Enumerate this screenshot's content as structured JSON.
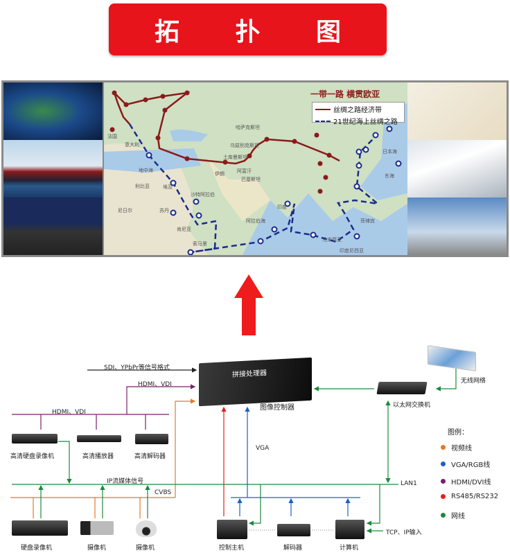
{
  "header": {
    "title": "拓 扑 图"
  },
  "map": {
    "title": "一带一路  横贯欧亚",
    "legend": [
      {
        "label": "丝绸之路经济带",
        "color": "#8b1a1a"
      },
      {
        "label": "21世纪海上丝绸之路",
        "color": "#1a2a8b"
      }
    ],
    "labels": [
      "哈萨克斯坦",
      "乌兹别克斯坦",
      "土库曼斯坦",
      "阿富汗",
      "伊朗",
      "巴基斯坦",
      "印度",
      "沙特阿拉伯",
      "埃及",
      "利比亚",
      "尼日尔",
      "苏丹",
      "索马里",
      "肯尼亚",
      "印度尼西亚",
      "马来西亚",
      "菲律宾",
      "日本海",
      "东海",
      "地中海",
      "法国",
      "意大利",
      "阿拉伯海"
    ]
  },
  "diagram": {
    "processor_label": "拼接处理器",
    "controller_label": "图像控制器",
    "sdi_label": "SDI、YPbPr等信号格式",
    "hdmi_top_label": "HDMI、VDI",
    "hdmi_bus_label": "HDMI、VDI",
    "ip_label": "IP流媒体信号",
    "cvbs_label": "CVBS",
    "vga_label": "VGA",
    "lan_label": "LAN1",
    "tcp_label": "TCP、IP输入",
    "wireless_label": "无线网络",
    "switch_label": "以太网交换机",
    "devices": {
      "hd_dvr": "高清硬盘录像机",
      "hd_player": "高清播放器",
      "hd_decoder": "高清解码器",
      "dvr": "硬盘录像机",
      "camera1": "摄像机",
      "camera2": "摄像机",
      "control_host": "控制主机",
      "decoder": "解码器",
      "computer": "计算机"
    }
  },
  "legend": {
    "title": "图例：",
    "items": [
      {
        "label": "视频线",
        "color": "#e87722"
      },
      {
        "label": "VGA/RGB线",
        "color": "#1f5fbf"
      },
      {
        "label": "HDMI/DVI线",
        "color": "#7a1f6e"
      },
      {
        "label": "RS485/RS232",
        "color": "#e02020"
      },
      {
        "label": "网线",
        "color": "#1a8a3a"
      }
    ]
  },
  "colors": {
    "accent": "#e8141c",
    "video": "#e87722",
    "vga": "#1f5fbf",
    "hdmi": "#7a1f6e",
    "rs485": "#e02020",
    "net": "#1a8a3a"
  }
}
